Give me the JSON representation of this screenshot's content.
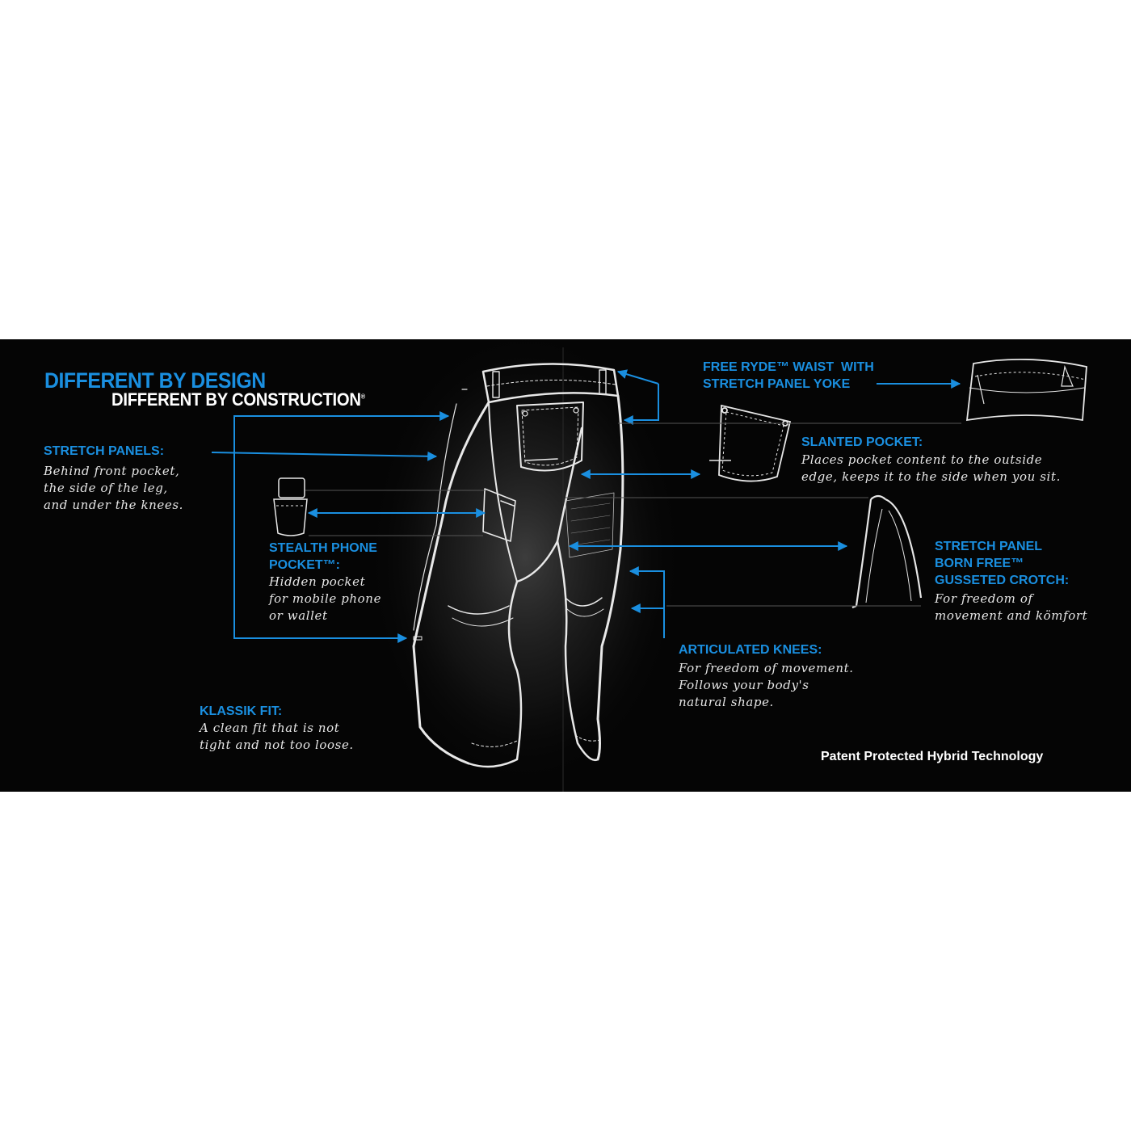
{
  "header": {
    "title": "DIFFERENT BY DESIGN",
    "subtitle": "DIFFERENT BY CONSTRUCTION",
    "subtitle_mark": "®"
  },
  "callouts": {
    "stretch_panels": {
      "label": "STRETCH PANELS:",
      "description": "Behind front pocket,\nthe side of the leg,\nand under the knees."
    },
    "stealth_phone_pocket": {
      "label": "STEALTH PHONE\nPOCKET™:",
      "description": "Hidden pocket\nfor mobile phone\nor wallet"
    },
    "klassik_fit": {
      "label": "KLASSIK FIT:",
      "description": "A clean fit that is not\ntight and not too loose."
    },
    "free_ryde_waist": {
      "label": "FREE RYDE™ WAIST  WITH\nSTRETCH PANEL YOKE"
    },
    "slanted_pocket": {
      "label": "SLANTED POCKET:",
      "description": "Places pocket content to the outside\nedge, keeps it to the side when you sit."
    },
    "crotch": {
      "label": "STRETCH PANEL\nBORN FREE™\nGUSSETED CROTCH:",
      "description": "For freedom of\nmovement and kömfort"
    },
    "articulated_knees": {
      "label": "ARTICULATED KNEES:",
      "description": "For freedom of movement.\nFollows your body's\nnatural shape."
    }
  },
  "footer": {
    "patent": "Patent Protected Hybrid Technology"
  },
  "colors": {
    "accent": "#1a8fe0",
    "background": "#050505",
    "sketch": "#e8e8e8"
  }
}
